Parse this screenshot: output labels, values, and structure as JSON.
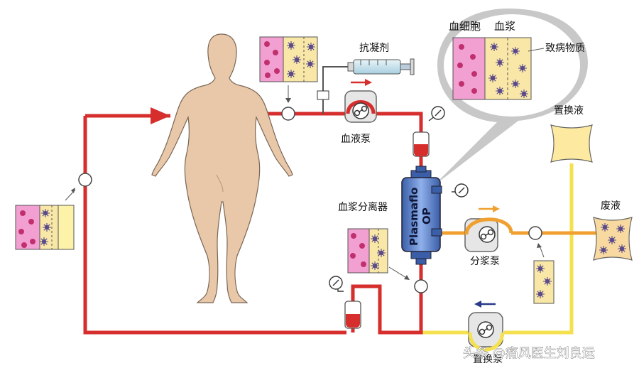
{
  "labels": {
    "blood_cells": "血细胞",
    "plasma": "血浆",
    "pathogen": "致病物质",
    "anticoagulant": "抗凝剂",
    "blood_pump": "血液泵",
    "replacement_fluid": "置换液",
    "plasma_separator": "血浆分离器",
    "separator_brand": "Plasmaflo",
    "separator_model": "OP",
    "plasma_pump": "分浆泵",
    "waste_fluid": "废液",
    "return_pump": "置换泵",
    "watermark": "头条 @痛风医生刘良运"
  },
  "colors": {
    "blood_line": "#d62d2d",
    "plasma_line": "#f0a030",
    "replacement_line": "#f5e050",
    "body": "#e8c8a8",
    "cell_panel": "#f2a0d2",
    "plasma_panel": "#f8e7a6",
    "replacement_bag": "#fdeaa0",
    "filter_body": "#6d8fd0",
    "callout": "#c8c8c8"
  },
  "icons": {
    "pump": "roller-pump-icon",
    "gauge": "pressure-gauge-icon",
    "syringe": "syringe-icon",
    "drip": "drip-chamber-icon",
    "sensor": "line-sensor-icon"
  }
}
